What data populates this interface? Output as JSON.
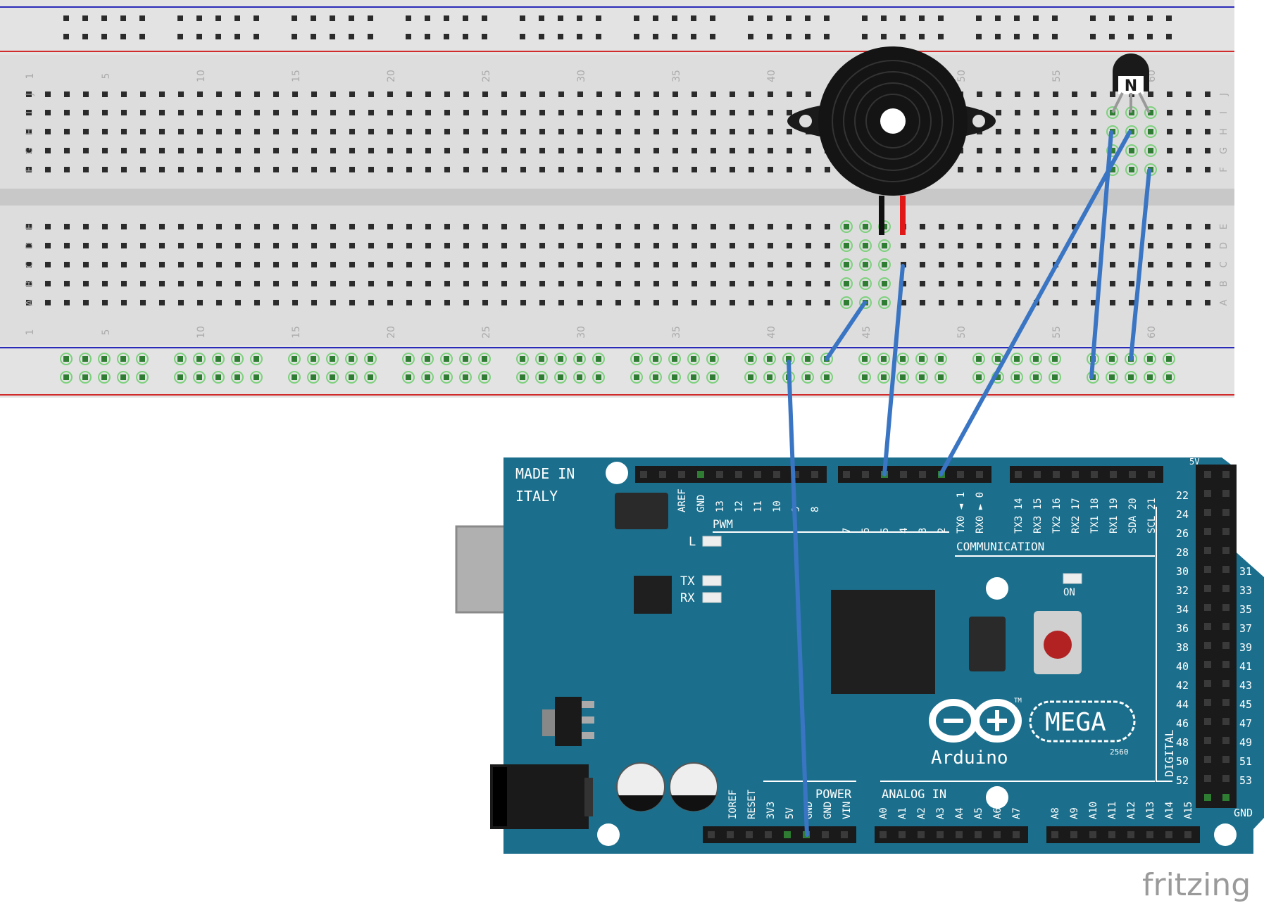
{
  "breadboard": {
    "row_letters_top": [
      "J",
      "I",
      "H",
      "G",
      "F"
    ],
    "row_letters_bottom": [
      "E",
      "D",
      "C",
      "B",
      "A"
    ],
    "column_numbers": [
      "1",
      "5",
      "10",
      "15",
      "20",
      "25",
      "30",
      "35",
      "40",
      "45",
      "50",
      "55",
      "60"
    ]
  },
  "transistor": {
    "label": "N"
  },
  "arduino": {
    "made_in": "MADE IN",
    "italy": "ITALY",
    "pwm": "PWM",
    "communication": "COMMUNICATION",
    "power": "POWER",
    "analog_in": "ANALOG IN",
    "digital": "DIGITAL",
    "led_l": "L",
    "led_tx": "TX",
    "led_rx": "RX",
    "led_on": "ON",
    "brand": "Arduino",
    "model": "MEGA",
    "model_sub": "2560",
    "tm": "TM",
    "pin_5v_top": "5V",
    "pin_gnd_bottom": "GND",
    "top_header_a": [
      "AREF",
      "GND",
      "13",
      "12",
      "11",
      "10",
      "9",
      "8"
    ],
    "top_header_b": [
      "7",
      "6",
      "5",
      "4",
      "3",
      "2",
      "TX0 ◄ 1",
      "RX0 ► 0"
    ],
    "top_header_c": [
      "TX3 14",
      "RX3 15",
      "TX2 16",
      "RX2 17",
      "TX1 18",
      "RX1 19",
      "SDA 20",
      "SCL 21"
    ],
    "power_header": [
      "IOREF",
      "RESET",
      "3V3",
      "5V",
      "GND",
      "GND",
      "VIN"
    ],
    "analog_a": [
      "A0",
      "A1",
      "A2",
      "A3",
      "A4",
      "A5",
      "A6",
      "A7"
    ],
    "analog_b": [
      "A8",
      "A9",
      "A10",
      "A11",
      "A12",
      "A13",
      "A14",
      "A15"
    ],
    "digital_left": [
      "22",
      "24",
      "26",
      "28",
      "30",
      "32",
      "34",
      "36",
      "38",
      "40",
      "42",
      "44",
      "46",
      "48",
      "50",
      "52"
    ],
    "digital_right": [
      "31",
      "33",
      "35",
      "37",
      "39",
      "41",
      "43",
      "45",
      "47",
      "49",
      "51",
      "53"
    ]
  },
  "watermark": "fritzing",
  "colors": {
    "board_blue": "#1b6f8c",
    "breadboard": "#d9d9d9",
    "wire_blue": "#3a75c4",
    "rail_red": "#d12b2b",
    "rail_blue": "#2a2ab8",
    "buzzer": "#111111",
    "active_hole": "#4caf50"
  }
}
